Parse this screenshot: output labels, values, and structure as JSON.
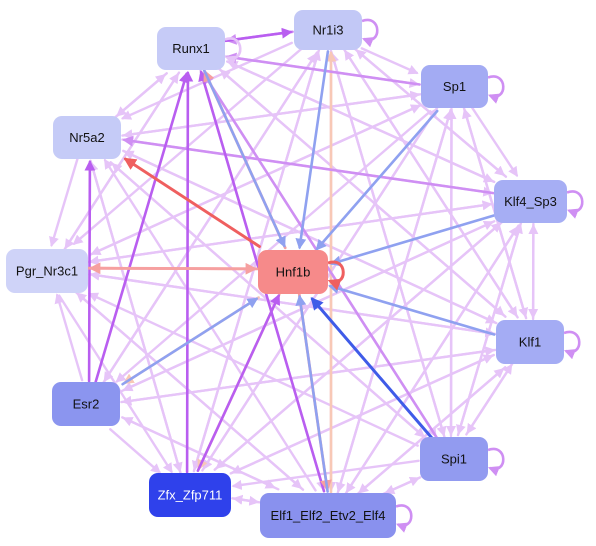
{
  "network": {
    "center": "Hnf1b",
    "nodes": [
      {
        "id": "Nr1i3",
        "label": "Nr1i3",
        "fill": "#c2c8f6",
        "text": "#111111"
      },
      {
        "id": "Runx1",
        "label": "Runx1",
        "fill": "#c6cbf7",
        "text": "#111111"
      },
      {
        "id": "Sp1",
        "label": "Sp1",
        "fill": "#a3abf3",
        "text": "#111111"
      },
      {
        "id": "Nr5a2",
        "label": "Nr5a2",
        "fill": "#c5cbf7",
        "text": "#111111"
      },
      {
        "id": "Klf4_Sp3",
        "label": "Klf4_Sp3",
        "fill": "#a6aef4",
        "text": "#111111"
      },
      {
        "id": "Pgr_Nr3c1",
        "label": "Pgr_Nr3c1",
        "fill": "#cfd3f8",
        "text": "#111111"
      },
      {
        "id": "Hnf1b",
        "label": "Hnf1b",
        "fill": "#f68a8a",
        "text": "#111111"
      },
      {
        "id": "Klf1",
        "label": "Klf1",
        "fill": "#a4acf4",
        "text": "#111111"
      },
      {
        "id": "Esr2",
        "label": "Esr2",
        "fill": "#8b95ef",
        "text": "#111111"
      },
      {
        "id": "Spi1",
        "label": "Spi1",
        "fill": "#929bf0",
        "text": "#111111"
      },
      {
        "id": "Zfx_Zfp711",
        "label": "Zfx_Zfp711",
        "fill": "#2f41eb",
        "text": "#ffffff"
      },
      {
        "id": "Elf1_Elf2_Etv2_Elf4",
        "label": "Elf1_Elf2_Etv2_Elf4",
        "fill": "#8991ee",
        "text": "#111111"
      }
    ],
    "edge_colors": {
      "pale": "#e6c4f8",
      "medium": "#cf8ff3",
      "strong": "#b95ef0",
      "blue": "#8fa1f0",
      "dark_blue": "#3f5be8",
      "salmon": "#f6a0a0",
      "red": "#ef5f5f",
      "peach": "#f8c8b6"
    },
    "edges": [
      {
        "from": "Nr1i3",
        "to": "Runx1",
        "color": "medium"
      },
      {
        "from": "Runx1",
        "to": "Nr1i3",
        "color": "strong"
      },
      {
        "from": "Nr1i3",
        "to": "Sp1",
        "color": "pale"
      },
      {
        "from": "Runx1",
        "to": "Sp1",
        "color": "pale"
      },
      {
        "from": "Runx1",
        "to": "Nr5a2",
        "color": "pale"
      },
      {
        "from": "Runx1",
        "to": "Klf4_Sp3",
        "color": "pale"
      },
      {
        "from": "Nr1i3",
        "to": "Nr5a2",
        "color": "pale"
      },
      {
        "from": "Nr1i3",
        "to": "Klf4_Sp3",
        "color": "pale"
      },
      {
        "from": "Nr1i3",
        "to": "Pgr_Nr3c1",
        "color": "pale"
      },
      {
        "from": "Nr1i3",
        "to": "Hnf1b",
        "color": "blue"
      },
      {
        "from": "Nr1i3",
        "to": "Klf1",
        "color": "pale"
      },
      {
        "from": "Nr1i3",
        "to": "Esr2",
        "color": "pale"
      },
      {
        "from": "Nr1i3",
        "to": "Spi1",
        "color": "pale"
      },
      {
        "from": "Nr1i3",
        "to": "Zfx_Zfp711",
        "color": "pale"
      },
      {
        "from": "Nr1i3",
        "to": "Elf1_Elf2_Etv2_Elf4",
        "color": "pale"
      },
      {
        "from": "Elf1_Elf2_Etv2_Elf4",
        "to": "Nr1i3",
        "color": "peach"
      },
      {
        "from": "Runx1",
        "to": "Hnf1b",
        "color": "blue"
      },
      {
        "from": "Runx1",
        "to": "Pgr_Nr3c1",
        "color": "pale"
      },
      {
        "from": "Runx1",
        "to": "Klf1",
        "color": "pale"
      },
      {
        "from": "Runx1",
        "to": "Spi1",
        "color": "pale"
      },
      {
        "from": "Runx1",
        "to": "Elf1_Elf2_Etv2_Elf4",
        "color": "pale"
      },
      {
        "from": "Sp1",
        "to": "Runx1",
        "color": "medium"
      },
      {
        "from": "Sp1",
        "to": "Nr5a2",
        "color": "pale"
      },
      {
        "from": "Sp1",
        "to": "Klf4_Sp3",
        "color": "pale"
      },
      {
        "from": "Sp1",
        "to": "Pgr_Nr3c1",
        "color": "pale"
      },
      {
        "from": "Sp1",
        "to": "Hnf1b",
        "color": "blue"
      },
      {
        "from": "Sp1",
        "to": "Klf1",
        "color": "pale"
      },
      {
        "from": "Sp1",
        "to": "Esr2",
        "color": "pale"
      },
      {
        "from": "Sp1",
        "to": "Spi1",
        "color": "pale"
      },
      {
        "from": "Sp1",
        "to": "Zfx_Zfp711",
        "color": "pale"
      },
      {
        "from": "Sp1",
        "to": "Elf1_Elf2_Etv2_Elf4",
        "color": "pale"
      },
      {
        "from": "Nr5a2",
        "to": "Runx1",
        "color": "pale"
      },
      {
        "from": "Nr5a2",
        "to": "Sp1",
        "color": "pale"
      },
      {
        "from": "Nr5a2",
        "to": "Klf4_Sp3",
        "color": "pale"
      },
      {
        "from": "Nr5a2",
        "to": "Pgr_Nr3c1",
        "color": "pale"
      },
      {
        "from": "Nr5a2",
        "to": "Klf1",
        "color": "pale"
      },
      {
        "from": "Nr5a2",
        "to": "Spi1",
        "color": "pale"
      },
      {
        "from": "Nr5a2",
        "to": "Zfx_Zfp711",
        "color": "pale"
      },
      {
        "from": "Hnf1b",
        "to": "Nr5a2",
        "color": "red"
      },
      {
        "from": "Klf4_Sp3",
        "to": "Runx1",
        "color": "pale"
      },
      {
        "from": "Klf4_Sp3",
        "to": "Nr1i3",
        "color": "pale"
      },
      {
        "from": "Klf4_Sp3",
        "to": "Nr5a2",
        "color": "medium"
      },
      {
        "from": "Klf4_Sp3",
        "to": "Pgr_Nr3c1",
        "color": "pale"
      },
      {
        "from": "Klf4_Sp3",
        "to": "Hnf1b",
        "color": "blue"
      },
      {
        "from": "Klf4_Sp3",
        "to": "Klf1",
        "color": "pale"
      },
      {
        "from": "Klf4_Sp3",
        "to": "Esr2",
        "color": "pale"
      },
      {
        "from": "Klf4_Sp3",
        "to": "Spi1",
        "color": "pale"
      },
      {
        "from": "Klf4_Sp3",
        "to": "Zfx_Zfp711",
        "color": "pale"
      },
      {
        "from": "Klf4_Sp3",
        "to": "Elf1_Elf2_Etv2_Elf4",
        "color": "pale"
      },
      {
        "from": "Pgr_Nr3c1",
        "to": "Runx1",
        "color": "pale"
      },
      {
        "from": "Pgr_Nr3c1",
        "to": "Sp1",
        "color": "pale"
      },
      {
        "from": "Pgr_Nr3c1",
        "to": "Klf4_Sp3",
        "color": "pale"
      },
      {
        "from": "Pgr_Nr3c1",
        "to": "Hnf1b",
        "color": "salmon"
      },
      {
        "from": "Hnf1b",
        "to": "Pgr_Nr3c1",
        "color": "salmon"
      },
      {
        "from": "Pgr_Nr3c1",
        "to": "Klf1",
        "color": "pale"
      },
      {
        "from": "Pgr_Nr3c1",
        "to": "Zfx_Zfp711",
        "color": "pale"
      },
      {
        "from": "Pgr_Nr3c1",
        "to": "Elf1_Elf2_Etv2_Elf4",
        "color": "pale"
      },
      {
        "from": "Klf1",
        "to": "Runx1",
        "color": "pale"
      },
      {
        "from": "Klf1",
        "to": "Nr1i3",
        "color": "pale"
      },
      {
        "from": "Klf1",
        "to": "Sp1",
        "color": "pale"
      },
      {
        "from": "Klf1",
        "to": "Nr5a2",
        "color": "pale"
      },
      {
        "from": "Klf1",
        "to": "Klf4_Sp3",
        "color": "pale"
      },
      {
        "from": "Klf1",
        "to": "Pgr_Nr3c1",
        "color": "pale"
      },
      {
        "from": "Klf1",
        "to": "Hnf1b",
        "color": "blue"
      },
      {
        "from": "Klf1",
        "to": "Esr2",
        "color": "pale"
      },
      {
        "from": "Klf1",
        "to": "Spi1",
        "color": "pale"
      },
      {
        "from": "Klf1",
        "to": "Zfx_Zfp711",
        "color": "pale"
      },
      {
        "from": "Klf1",
        "to": "Elf1_Elf2_Etv2_Elf4",
        "color": "pale"
      },
      {
        "from": "Esr2",
        "to": "Runx1",
        "color": "strong"
      },
      {
        "from": "Esr2",
        "to": "Nr1i3",
        "color": "pale"
      },
      {
        "from": "Esr2",
        "to": "Nr5a2",
        "color": "strong"
      },
      {
        "from": "Esr2",
        "to": "Klf4_Sp3",
        "color": "pale"
      },
      {
        "from": "Esr2",
        "to": "Pgr_Nr3c1",
        "color": "pale"
      },
      {
        "from": "Esr2",
        "to": "Hnf1b",
        "color": "blue"
      },
      {
        "from": "Esr2",
        "to": "Klf1",
        "color": "pale"
      },
      {
        "from": "Esr2",
        "to": "Zfx_Zfp711",
        "color": "pale"
      },
      {
        "from": "Esr2",
        "to": "Elf1_Elf2_Etv2_Elf4",
        "color": "pale"
      },
      {
        "from": "Hnf1b",
        "to": "Esr2",
        "color": "peach"
      },
      {
        "from": "Spi1",
        "to": "Runx1",
        "color": "medium"
      },
      {
        "from": "Spi1",
        "to": "Nr1i3",
        "color": "pale"
      },
      {
        "from": "Spi1",
        "to": "Sp1",
        "color": "pale"
      },
      {
        "from": "Spi1",
        "to": "Nr5a2",
        "color": "pale"
      },
      {
        "from": "Spi1",
        "to": "Klf4_Sp3",
        "color": "pale"
      },
      {
        "from": "Spi1",
        "to": "Pgr_Nr3c1",
        "color": "pale"
      },
      {
        "from": "Spi1",
        "to": "Hnf1b",
        "color": "dark_blue"
      },
      {
        "from": "Spi1",
        "to": "Klf1",
        "color": "pale"
      },
      {
        "from": "Spi1",
        "to": "Zfx_Zfp711",
        "color": "pale"
      },
      {
        "from": "Spi1",
        "to": "Elf1_Elf2_Etv2_Elf4",
        "color": "pale"
      },
      {
        "from": "Zfx_Zfp711",
        "to": "Runx1",
        "color": "strong"
      },
      {
        "from": "Zfx_Zfp711",
        "to": "Nr1i3",
        "color": "pale"
      },
      {
        "from": "Zfx_Zfp711",
        "to": "Sp1",
        "color": "pale"
      },
      {
        "from": "Zfx_Zfp711",
        "to": "Nr5a2",
        "color": "pale"
      },
      {
        "from": "Zfx_Zfp711",
        "to": "Klf4_Sp3",
        "color": "pale"
      },
      {
        "from": "Zfx_Zfp711",
        "to": "Hnf1b",
        "color": "strong"
      },
      {
        "from": "Zfx_Zfp711",
        "to": "Klf1",
        "color": "pale"
      },
      {
        "from": "Zfx_Zfp711",
        "to": "Elf1_Elf2_Etv2_Elf4",
        "color": "pale"
      },
      {
        "from": "Hnf1b",
        "to": "Zfx_Zfp711",
        "color": "peach"
      },
      {
        "from": "Elf1_Elf2_Etv2_Elf4",
        "to": "Runx1",
        "color": "strong"
      },
      {
        "from": "Elf1_Elf2_Etv2_Elf4",
        "to": "Sp1",
        "color": "pale"
      },
      {
        "from": "Elf1_Elf2_Etv2_Elf4",
        "to": "Nr5a2",
        "color": "pale"
      },
      {
        "from": "Elf1_Elf2_Etv2_Elf4",
        "to": "Klf4_Sp3",
        "color": "pale"
      },
      {
        "from": "Elf1_Elf2_Etv2_Elf4",
        "to": "Pgr_Nr3c1",
        "color": "pale"
      },
      {
        "from": "Elf1_Elf2_Etv2_Elf4",
        "to": "Hnf1b",
        "color": "blue"
      },
      {
        "from": "Elf1_Elf2_Etv2_Elf4",
        "to": "Klf1",
        "color": "pale"
      },
      {
        "from": "Elf1_Elf2_Etv2_Elf4",
        "to": "Esr2",
        "color": "pale"
      },
      {
        "from": "Elf1_Elf2_Etv2_Elf4",
        "to": "Spi1",
        "color": "pale"
      },
      {
        "from": "Elf1_Elf2_Etv2_Elf4",
        "to": "Zfx_Zfp711",
        "color": "pale"
      },
      {
        "from": "Hnf1b",
        "to": "Elf1_Elf2_Etv2_Elf4",
        "color": "salmon"
      },
      {
        "from": "Hnf1b",
        "to": "Runx1",
        "color": "salmon"
      }
    ],
    "self_loops": [
      {
        "node": "Nr1i3",
        "color": "medium"
      },
      {
        "node": "Runx1",
        "color": "pale"
      },
      {
        "node": "Sp1",
        "color": "medium"
      },
      {
        "node": "Klf4_Sp3",
        "color": "medium"
      },
      {
        "node": "Hnf1b",
        "color": "red"
      },
      {
        "node": "Klf1",
        "color": "medium"
      },
      {
        "node": "Spi1",
        "color": "medium"
      },
      {
        "node": "Elf1_Elf2_Etv2_Elf4",
        "color": "medium"
      }
    ]
  }
}
